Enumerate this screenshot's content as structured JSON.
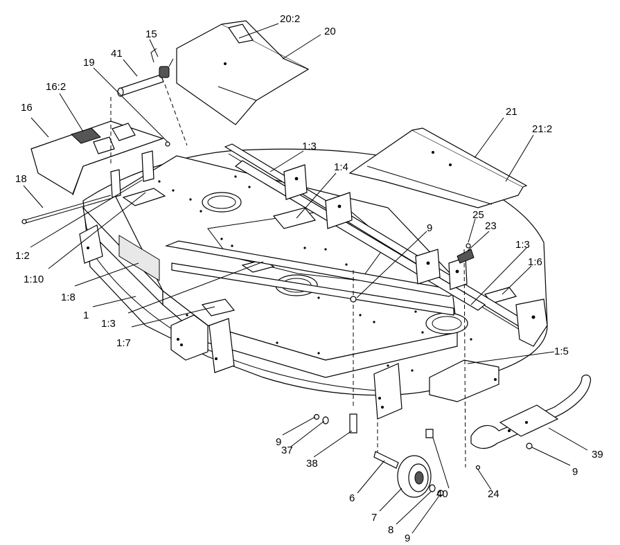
{
  "callouts": [
    {
      "id": "c-15",
      "text": "15"
    },
    {
      "id": "c-41",
      "text": "41"
    },
    {
      "id": "c-19",
      "text": "19"
    },
    {
      "id": "c-20-2",
      "text": "20:2"
    },
    {
      "id": "c-20",
      "text": "20"
    },
    {
      "id": "c-16-2",
      "text": "16:2"
    },
    {
      "id": "c-16",
      "text": "16"
    },
    {
      "id": "c-18",
      "text": "18"
    },
    {
      "id": "c-1-3a",
      "text": "1:3"
    },
    {
      "id": "c-1-4",
      "text": "1:4"
    },
    {
      "id": "c-21",
      "text": "21"
    },
    {
      "id": "c-21-2",
      "text": "21:2"
    },
    {
      "id": "c-1-2",
      "text": "1:2"
    },
    {
      "id": "c-1-10",
      "text": "1:10"
    },
    {
      "id": "c-1-8",
      "text": "1:8"
    },
    {
      "id": "c-1",
      "text": "1"
    },
    {
      "id": "c-1-3b",
      "text": "1:3"
    },
    {
      "id": "c-1-7",
      "text": "1:7"
    },
    {
      "id": "c-9a",
      "text": "9"
    },
    {
      "id": "c-25",
      "text": "25"
    },
    {
      "id": "c-23",
      "text": "23"
    },
    {
      "id": "c-1-3c",
      "text": "1:3"
    },
    {
      "id": "c-1-6",
      "text": "1:6"
    },
    {
      "id": "c-1-5",
      "text": "1:5"
    },
    {
      "id": "c-9b",
      "text": "9"
    },
    {
      "id": "c-37",
      "text": "37"
    },
    {
      "id": "c-38",
      "text": "38"
    },
    {
      "id": "c-6",
      "text": "6"
    },
    {
      "id": "c-7",
      "text": "7"
    },
    {
      "id": "c-8",
      "text": "8"
    },
    {
      "id": "c-9c",
      "text": "9"
    },
    {
      "id": "c-40",
      "text": "40"
    },
    {
      "id": "c-24",
      "text": "24"
    },
    {
      "id": "c-39",
      "text": "39"
    },
    {
      "id": "c-9d",
      "text": "9"
    }
  ]
}
